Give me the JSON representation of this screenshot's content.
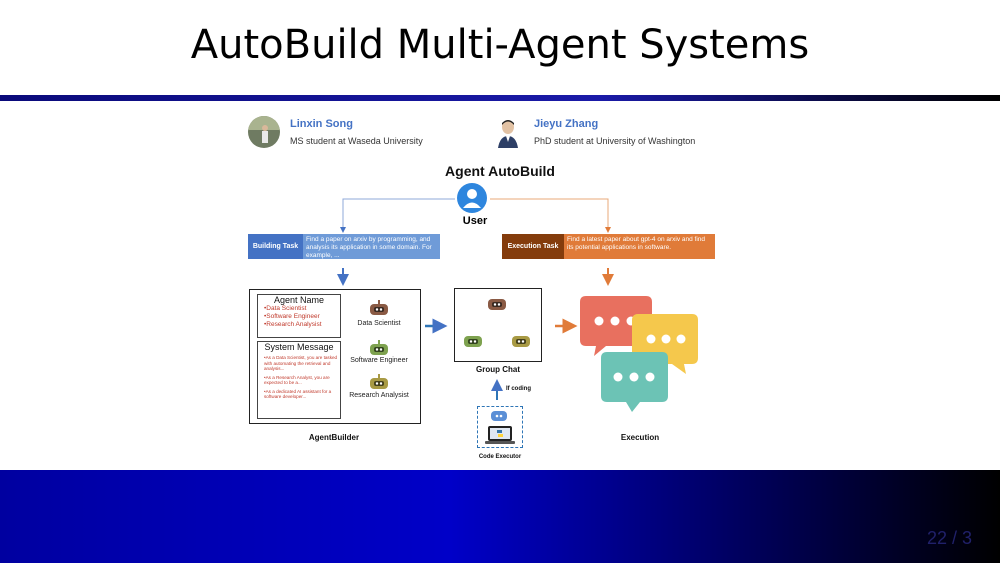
{
  "slide": {
    "title": "AutoBuild Multi-Agent Systems",
    "page_number": "22 / 3"
  },
  "people": [
    {
      "name": "Linxin Song",
      "role": "MS student at Waseda University"
    },
    {
      "name": "Jieyu Zhang",
      "role": "PhD student at University of Washington"
    }
  ],
  "diagram": {
    "title": "Agent AutoBuild",
    "user_label": "User",
    "building_task": {
      "label": "Building Task",
      "text": "Find a paper on arxiv by programming, and analysis its application in some domain. For example, ..."
    },
    "execution_task": {
      "label": "Execution Task",
      "text": "Find a latest paper about gpt-4 on arxiv and find its potential applications in software."
    },
    "agent_name": {
      "title": "Agent Name",
      "items": [
        "•Data Scientist",
        "•Software Engineer",
        "•Research Analysist"
      ]
    },
    "system_message": {
      "title": "System Message",
      "items": [
        "•As a Data Scientist, you are tasked with automating the retrieval and analysis...",
        "•As a Research Analyst, you are expected to be a...",
        "•As a dedicated AI assistant for a software developer..."
      ]
    },
    "agents": [
      "Data Scientist",
      "Software Engineer",
      "Research Analysist"
    ],
    "agentbuilder_label": "AgentBuilder",
    "group_chat_label": "Group Chat",
    "if_coding_label": "If coding",
    "code_executor_label": "Code Executor",
    "execution_label": "Execution",
    "colors": {
      "blue": "#4472c4",
      "orange": "#e07b39",
      "brown": "#843c0c",
      "red_bubble": "#e8705f",
      "yellow_bubble": "#f5c84c",
      "teal_bubble": "#6cc3b5"
    }
  }
}
